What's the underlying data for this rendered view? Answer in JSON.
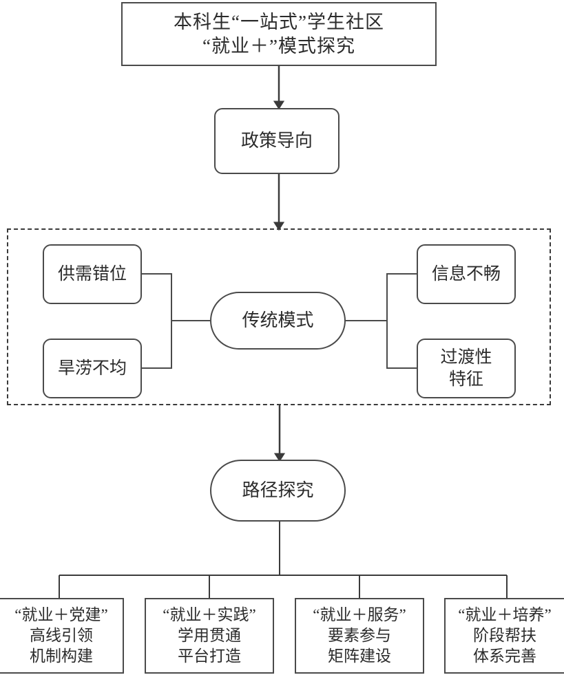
{
  "diagram": {
    "title_node": "本科生“一站式”学生社区\n“就业＋”模式探究",
    "policy_node": "政策导向",
    "traditional_mode": {
      "center": "传统模式",
      "left_items": [
        "供需错位",
        "旱涝不均"
      ],
      "right_items": [
        "信息不畅",
        "过渡性\n特征"
      ]
    },
    "path_node": "路径探究",
    "approaches": [
      "“就业＋党建”\n高线引领\n机制构建",
      "“就业＋实践”\n学用贯通\n平台打造",
      "“就业＋服务”\n要素参与\n矩阵建设",
      "“就业＋培养”\n阶段帮扶\n体系完善"
    ]
  },
  "style": {
    "stroke_color": "#4a4a4a",
    "dashed_color": "#3a3a3a",
    "text_color": "#2b2b2b",
    "background": "#ffffff"
  }
}
